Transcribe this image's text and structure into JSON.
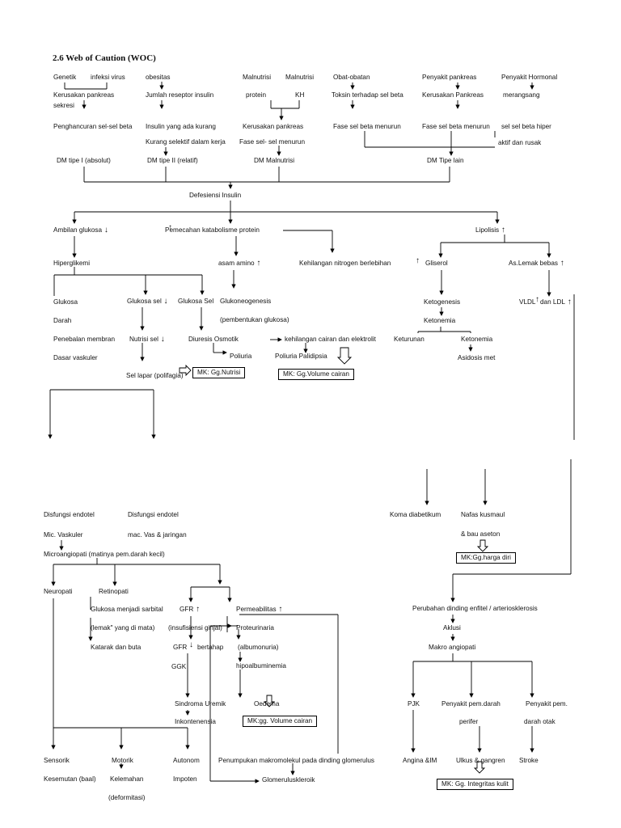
{
  "title": "2.6 Web of Caution (WOC)",
  "causes": {
    "genetik": "Genetik",
    "infeksi_virus": "infeksi virus",
    "kerusakan_pankreas": "Kerusakan pankreas",
    "sekresi": "sekresi",
    "penghancuran": "Penghancuran sel-sel beta",
    "obesitas": "obesitas",
    "jumlah_reseptor": "Jumlah reseptor insulin",
    "insulin_kurang": "Insulin yang ada kurang",
    "kurang_selektif": "Kurang selektif dalam kerja",
    "malnutrisi1": "Malnutrisi",
    "malnutrisi2": "Malnutrisi",
    "protein": "protein",
    "kh": "KH",
    "kerusakan_pankreas2": "Kerusakan pankreas",
    "fase_sel_menurun": "Fase sel- sel menurun",
    "obat": "Obat-obatan",
    "toksin": "Toksin terhadap sel beta",
    "fase_beta1": "Fase sel beta menurun",
    "penyakit_pankreas": "Penyakit pankreas",
    "kerusakan_pankreas3": "Kerusakan  Pankreas",
    "fase_beta2": "Fase sel beta menurun",
    "penyakit_hormonal": "Penyakit Hormonal",
    "merangsang": "merangsang",
    "sel_hiper": "sel sel beta hiper",
    "aktif_rusak": "aktif dan rusak"
  },
  "types": {
    "dm1": "DM tipe I (absolut)",
    "dm2": "DM tipe II (relatif)",
    "dm_mal": "DM Malnutrisi",
    "dm_lain": "DM Tipe lain"
  },
  "defisiensi": "Defesiensi Insulin",
  "left": {
    "ambilan": "Ambilan glukosa",
    "hiperglikemi": "Hiperglikemi",
    "glukosa": "Glukosa",
    "darah": "Darah",
    "penebalan": "Penebalan membran",
    "dasar": "Dasar vaskuler",
    "glukosa_sel": "Glukosa sel",
    "nutrisi_sel": "Nutrisi sel",
    "sel_lapar": "Sel lapar (polifagia)",
    "mk_nutrisi": "MK: Gg.Nutrisi",
    "glukosa_sel2": "Glukosa Sel",
    "diuresis": "Diuresis Osmotik",
    "poliuria": "Poliuria",
    "kehilangan_cairan": "kehilangan cairan dan elektrolit",
    "poliuria_polidipsia": "Poliuria Palidipsia",
    "mk_volume": "MK: Gg.Volume cairan"
  },
  "middle": {
    "pemecahan": "Pemecahan katabolisme protein",
    "asam_amino": "asam amino",
    "glukoneogenesis": "Glukoneogenesis",
    "pembentukan": "(pembentukan glukosa)",
    "kehilangan_nitrogen": "Kehilangan nitrogen berlebihan"
  },
  "right": {
    "lipolisis": "Lipolisis",
    "gliserol": "Gliserol",
    "lemak": "As.Lemak bebas",
    "ketogenesis": "Ketogenesis",
    "ketonemia": "Ketonemia",
    "keturunan": "Keturunan",
    "ketonemia2": "Ketonemia",
    "asidosis": "Asidosis met",
    "vldl": "VLDL",
    "ldl": "dan LDL"
  },
  "lower_left": {
    "disfungsi1": "Disfungsi endotel",
    "disfungsi2": "Disfungsi endotel",
    "mic_vaskuler": "Mic. Vaskuler",
    "mac_vas": "mac. Vas & jaringan",
    "mikroangiopati": "Microangiopati (matinya pem.darah kecil)",
    "neuropati": "Neuropati",
    "retinopati": "Retinopati",
    "glukosa_sarbital": "Glukosa menjadi sarbital",
    "lemak_mata": "(lemak\" yang di mata)",
    "katarak": "Katarak dan buta",
    "gfr": "GFR",
    "insufisiensi": "(insufisiensi ginjal)",
    "gfr_bertahap": "GFR",
    "bertahap": "bertahap",
    "ggk": "GGK",
    "sindroma": "Sindroma Uremik",
    "inkontenensia": "Inkontenensia",
    "permeabilitas": "Permeabilitas",
    "proteurinaria": "Proteurinaria",
    "albumonuria": "(albumonuria)",
    "hipoalbuminemia": "hipoalbuminemia",
    "oedema": "Oedema",
    "mk_volume2": "MK:gg. Volume cairan",
    "sensorik": "Sensorik",
    "kesemutan": "Kesemutan (baal)",
    "motorik": "Motorik",
    "kelemahan": "Kelemahan",
    "deformitasi": "(deformitasi)",
    "autonom": "Autonom",
    "impoten": "Impoten",
    "penumpukan": "Penumpukan makromolekul pada dinding glomerulus",
    "glomerulus": "Glomeruluskleroik"
  },
  "lower_right": {
    "koma": "Koma diabetikum",
    "nafas": "Nafas kusmaul",
    "bau": "& bau aseton",
    "mk_harga": "MK:Gg.harga diri",
    "perubahan": "Perubahan dinding enfitel / arteriosklerosis",
    "aklusi": "Aklusi",
    "makro": "Makro angiopati",
    "pjk": "PJK",
    "penyakit_perifer": "Penyakit pem.darah",
    "perifer": "perifer",
    "penyakit_otak": "Penyakit pem.",
    "darah_otak": "darah otak",
    "angina": "Angina &IM",
    "ulkus": "Ulkus & gangren",
    "stroke": "Stroke",
    "mk_kulit": "MK: Gg. Integritas kulit"
  }
}
